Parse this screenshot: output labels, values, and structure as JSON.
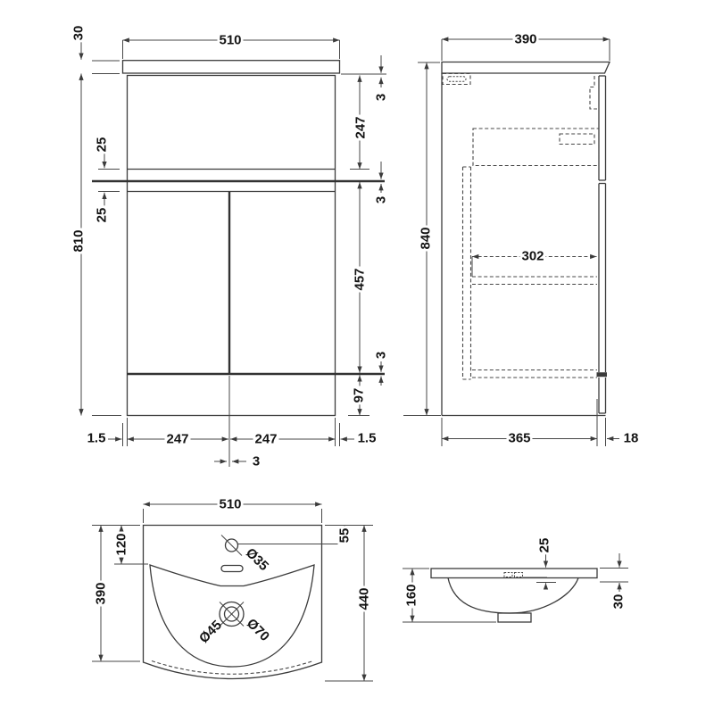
{
  "page": {
    "background": "#ffffff",
    "line_color": "#3b3b3b",
    "text_color": "#141414"
  },
  "front_view": {
    "dim_width": "510",
    "dim_worktop_thickness": "30",
    "dim_cabinet_height": "810",
    "dim_rail_upper": "25",
    "dim_rail_lower": "25",
    "dim_gap_top": "3",
    "dim_drawer_height": "247",
    "dim_gap_middle": "3",
    "dim_door_height": "457",
    "dim_gap_lower": "3",
    "dim_plinth_height": "97",
    "dim_overhang_left": "1.5",
    "dim_door_left_width": "247",
    "dim_door_right_width": "247",
    "dim_overhang_right": "1.5",
    "dim_door_gap": "3"
  },
  "side_view": {
    "dim_depth": "390",
    "dim_total_height": "840",
    "dim_internal_depth": "302",
    "dim_body_depth": "365",
    "dim_front_panel_thickness": "18"
  },
  "basin_plan_view": {
    "dim_width": "510",
    "dim_bowl_setback": "120",
    "dim_depth": "390",
    "dim_taphole_setback": "55",
    "dim_overall_depth": "440",
    "label_taphole": "Ø35",
    "label_waste_inner": "Ø45",
    "label_waste_outer": "Ø70"
  },
  "basin_section_view": {
    "dim_rim_depth": "25",
    "dim_basin_height": "160",
    "dim_edge_height": "30"
  }
}
